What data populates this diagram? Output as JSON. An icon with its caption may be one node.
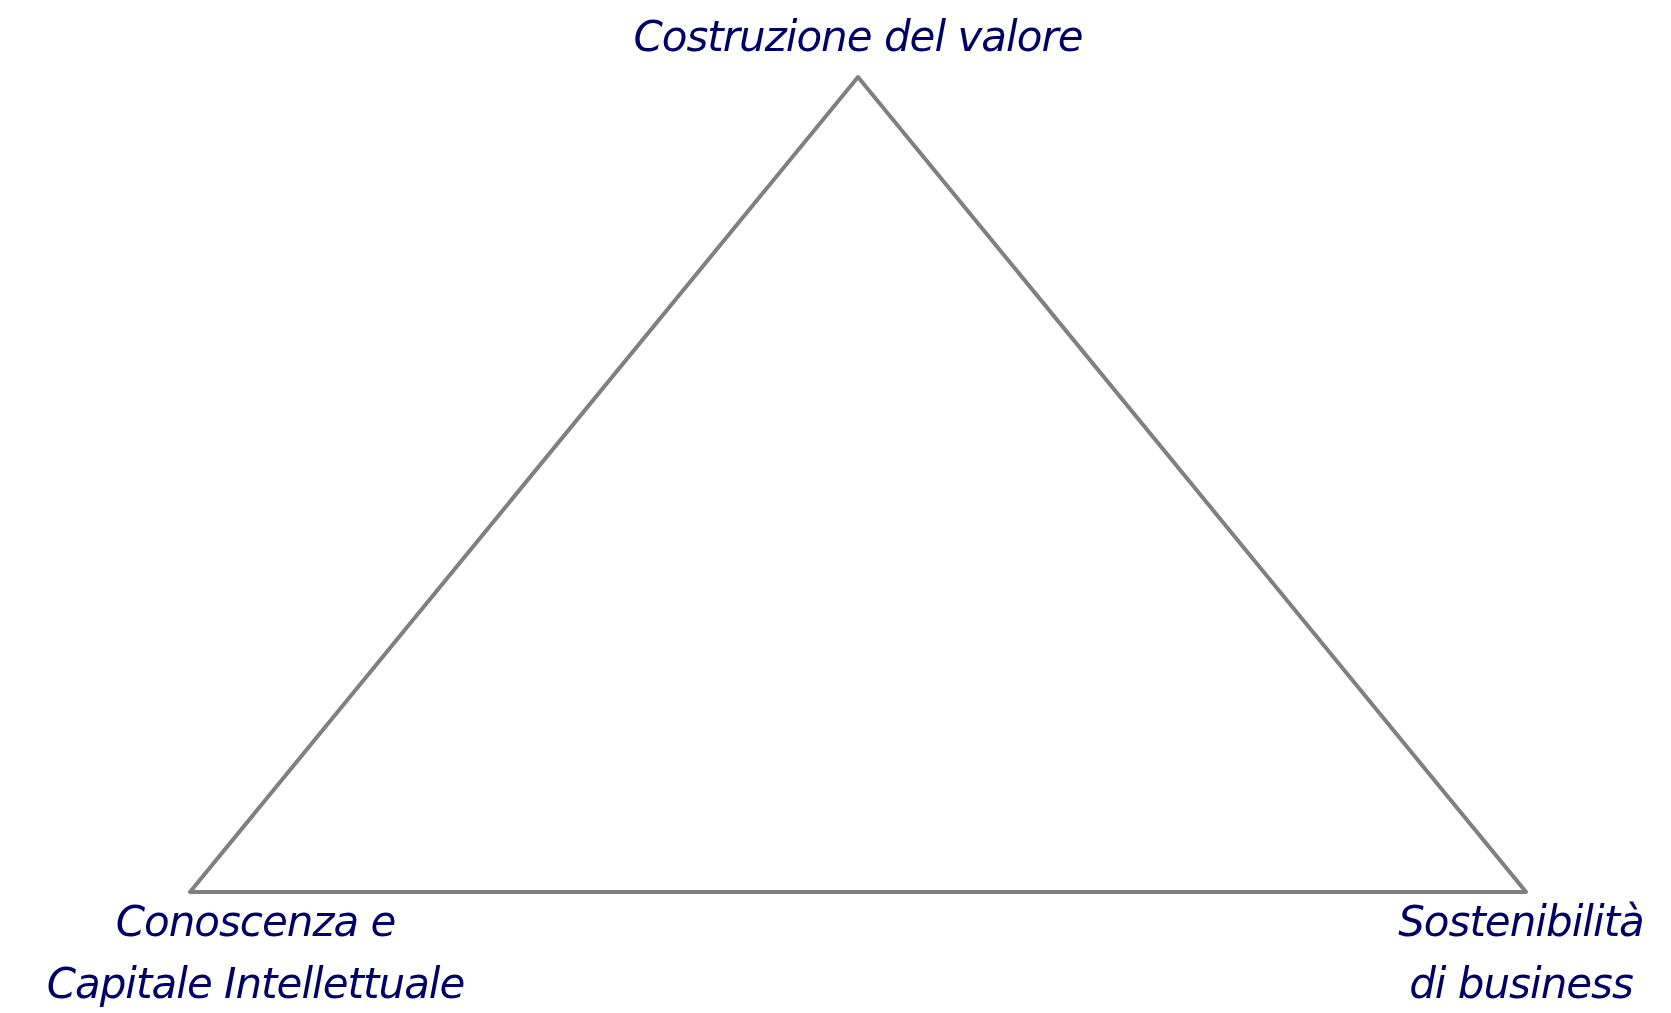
{
  "diagram": {
    "labels": [
      "Costruzione del valore",
      "Conoscenza e Capitale Intellettuale",
      "Sostenibilità di business"
    ]
  }
}
